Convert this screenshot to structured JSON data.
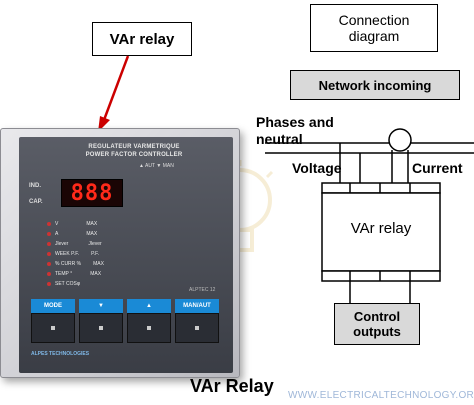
{
  "callout": {
    "label": "VAr relay"
  },
  "device": {
    "panel_title_line1": "REGULATEUR VARMETRIQUE",
    "panel_title_line2": "POWER FACTOR CONTROLLER",
    "display_value": "888",
    "ind_label": "IND.",
    "cap_label": "CAP.",
    "top_indicator": "▲ AUT ▼ MAN",
    "params": [
      {
        "name": "V",
        "max": "MAX"
      },
      {
        "name": "A",
        "max": "MAX"
      },
      {
        "name": "Jlever",
        "max": "Jlever"
      },
      {
        "name": "WEEK P.F.",
        "max": "P.F."
      },
      {
        "name": "% CURR %",
        "max": "MAX"
      },
      {
        "name": "TEMP °",
        "max": "MAX"
      },
      {
        "name": "SET COSφ",
        "max": ""
      }
    ],
    "buttons": [
      "MODE",
      "▼",
      "▲",
      "MAN/AUT"
    ],
    "brand": "ALPES TECHNOLOGIES",
    "model": "ALPTEC 12"
  },
  "diagram": {
    "connection_title": "Connection diagram",
    "network": "Network incoming",
    "phases": "Phases and neutral",
    "voltage": "Voltage",
    "current": "Current",
    "relay": "VAr relay",
    "outputs": "Control outputs"
  },
  "caption": "VAr Relay",
  "watermark": "WWW.ELECTRICALTECHNOLOGY.ORG",
  "colors": {
    "arrow": "#cc0000",
    "watermark": "#9fb7d8",
    "button_blue": "#1a8ad6",
    "network_bg": "#d9d9d9"
  }
}
